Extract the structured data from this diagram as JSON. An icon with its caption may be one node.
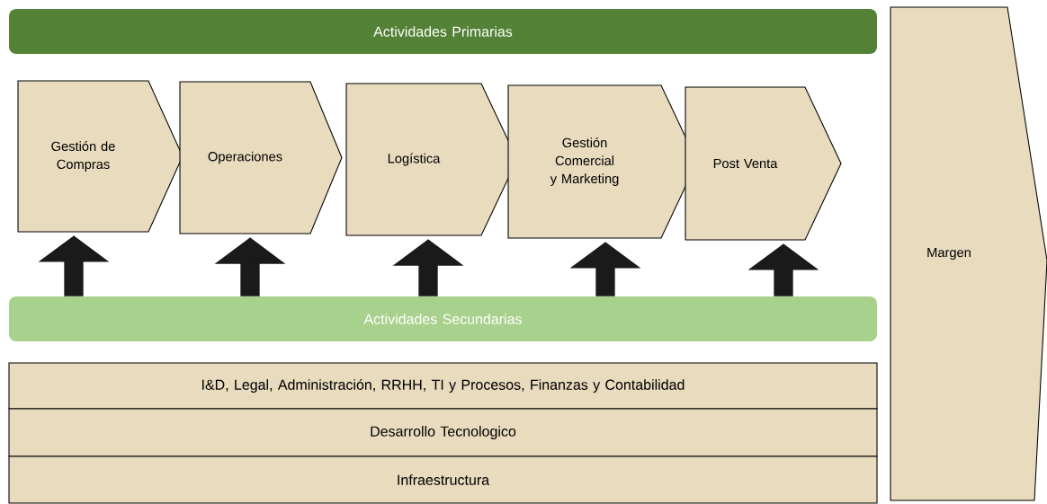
{
  "diagram": {
    "nodes": [
      {
        "text": [
          "Actividades Primarias"
        ]
      },
      {
        "text": [
          "Gestión de Compras"
        ]
      },
      {
        "text": [
          "Operaciones"
        ]
      },
      {
        "text": [
          "Logística"
        ]
      },
      {
        "text": [
          "Gestión Comercial y Marketing"
        ]
      },
      {
        "text": [
          "Post Venta"
        ]
      },
      {
        "text": [
          "Actividades Secundarias"
        ]
      },
      {
        "text": [
          "I&D, Legal, Administración, RRHH, TI y Procesos, Finanzas y Contabilidad"
        ]
      },
      {
        "text": [
          "Desarrollo Tecnologico"
        ]
      },
      {
        "text": [
          "Infraestructura"
        ]
      },
      {
        "text": [
          "Margen"
        ]
      }
    ],
    "edges": [
      {
        "from": 6,
        "to": 1,
        "arrow": "to"
      },
      {
        "from": 6,
        "to": 2,
        "arrow": "to"
      },
      {
        "from": 6,
        "to": 3,
        "arrow": "to"
      },
      {
        "from": 6,
        "to": 4,
        "arrow": "to"
      },
      {
        "from": 6,
        "to": 5,
        "arrow": "to"
      }
    ]
  }
}
